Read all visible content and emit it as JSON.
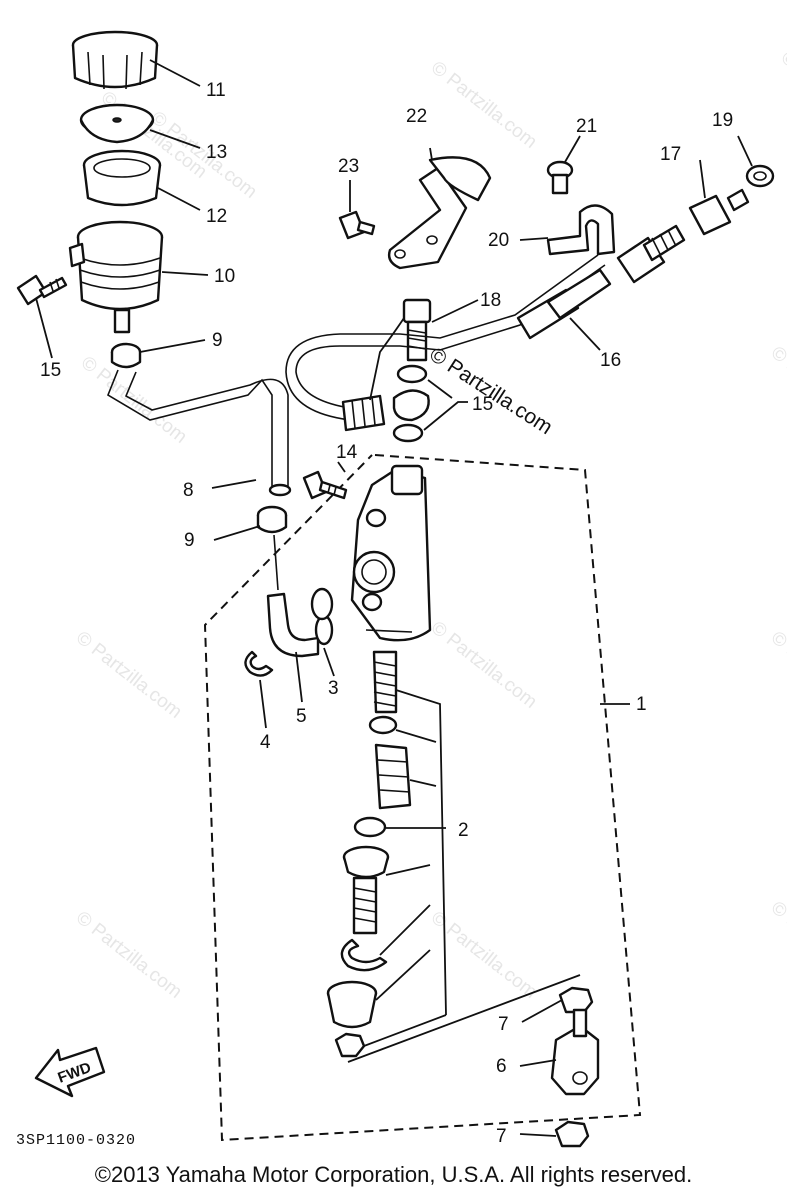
{
  "diagram": {
    "callouts": {
      "c1": "1",
      "c2": "2",
      "c3": "3",
      "c4": "4",
      "c5": "5",
      "c6": "6",
      "c7a": "7",
      "c7b": "7",
      "c8": "8",
      "c9a": "9",
      "c9b": "9",
      "c10": "10",
      "c11": "11",
      "c12": "12",
      "c13": "13",
      "c14": "14",
      "c15a": "15",
      "c15b": "15",
      "c16": "16",
      "c17": "17",
      "c18": "18",
      "c19": "19",
      "c20": "20",
      "c21": "21",
      "c22": "22",
      "c23": "23"
    },
    "fwd_label": "FWD",
    "drawing_code": "3SP1100-0320",
    "watermarks": {
      "w1": "© Partzilla.com",
      "w2": "© Partzilla.com",
      "w3": "© Partzilla.com",
      "w4": "© Partzilla.com",
      "w5": "© Partzilla.com",
      "w6": "© Partzilla.com",
      "w7": "© Partzilla.com",
      "w8": "© Partzilla.com",
      "w9": "© Partzilla.com",
      "w10": "© Partzilla.com",
      "w11": "© Partzilla.com",
      "w12": "© Partzilla.com"
    },
    "overlay_watermark": "© Partzilla.com"
  },
  "footer": {
    "copyright": "©2013  Yamaha Motor Corporation, U.S.A. All rights reserved."
  }
}
